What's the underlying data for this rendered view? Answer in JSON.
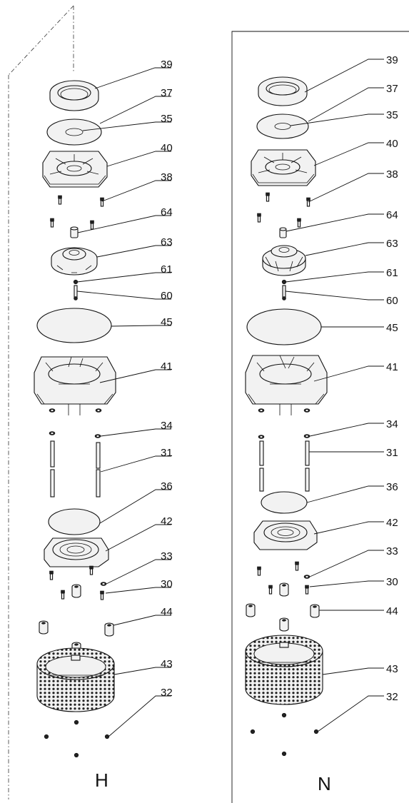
{
  "columns": [
    {
      "key": "H",
      "label": "H"
    },
    {
      "key": "N",
      "label": "N"
    }
  ],
  "part_numbers": [
    "39",
    "37",
    "35",
    "40",
    "38",
    "64",
    "63",
    "61",
    "60",
    "45",
    "41",
    "34",
    "31",
    "36",
    "42",
    "33",
    "30",
    "44",
    "43",
    "32"
  ],
  "icon_names": [
    "seal-ring-icon",
    "gasket-disc-icon",
    "housing-icon",
    "screw-icon",
    "impeller-icon",
    "pin-icon",
    "o-ring-icon",
    "pump-body-icon",
    "bolt-icon",
    "base-plate-icon",
    "nut-icon",
    "strainer-icon",
    "ball-icon"
  ]
}
